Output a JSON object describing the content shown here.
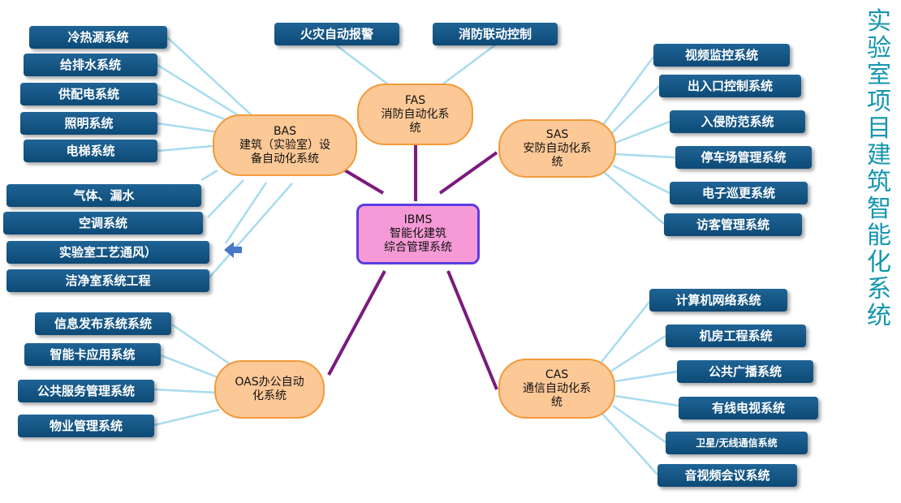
{
  "title": "实验室项目建筑智能化系统",
  "center": {
    "line1": "IBMS",
    "line2": "智能化建筑",
    "line3": "综合管理系统"
  },
  "hubs": {
    "fas": {
      "line1": "FAS",
      "line2": "消防自动化系",
      "line3": "统"
    },
    "bas": {
      "line1": "BAS",
      "line2": "建筑（实验室）设",
      "line3": "备自动化系统"
    },
    "sas": {
      "line1": "SAS",
      "line2": "安防自动化系",
      "line3": "统"
    },
    "oas": {
      "line1": "OAS办公自动",
      "line2": "化系统"
    },
    "cas": {
      "line1": "CAS",
      "line2": "通信自动化系",
      "line3": "统"
    }
  },
  "fas_items": [
    "火灾自动报警",
    "消防联动控制"
  ],
  "bas_items": [
    "冷热源系统",
    "给排水系统",
    "供配电系统",
    "照明系统",
    "电梯系统",
    "气体、漏水",
    "空调系统",
    "实验室工艺通风）",
    "洁净室系统工程"
  ],
  "sas_items": [
    "视频监控系统",
    "出入口控制系统",
    "入侵防范系统",
    "停车场管理系统",
    "电子巡更系统",
    "访客管理系统"
  ],
  "oas_items": [
    "信息发布系统系统",
    "智能卡应用系统",
    "公共服务管理系统",
    "物业管理系统"
  ],
  "cas_items": [
    "计算机网络系统",
    "机房工程系统",
    "公共广播系统",
    "有线电视系统",
    "卫星/无线通信系统",
    "音视频会议系统"
  ],
  "colors": {
    "leaf": "#0d4a76",
    "hub_fill": "#fcc896",
    "hub_border": "#f29a3a",
    "center_fill": "#f59ad6",
    "center_border": "#5a3ee0",
    "trunk": "#7a1a7e",
    "branch": "#a8dcef",
    "title": "#1496b0"
  }
}
